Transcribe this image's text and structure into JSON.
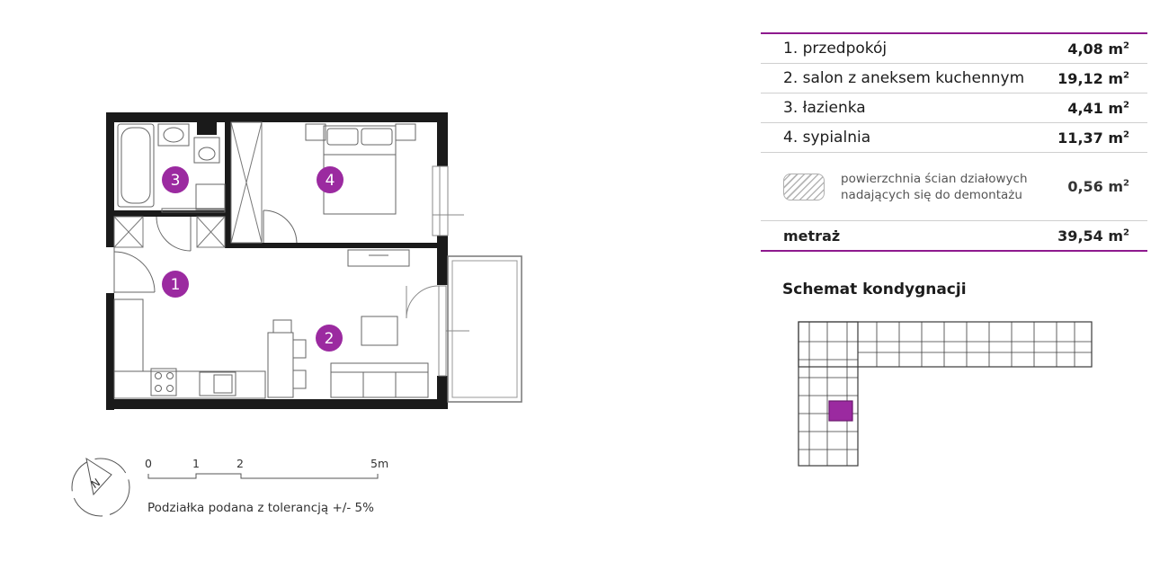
{
  "rooms": [
    {
      "label": "1. przedpokój",
      "area": "4,08 m",
      "unit_sup": "2"
    },
    {
      "label": "2. salon z aneksem kuchennym",
      "area": "19,12 m",
      "unit_sup": "2"
    },
    {
      "label": "3. łazienka",
      "area": "4,41 m",
      "unit_sup": "2"
    },
    {
      "label": "4. sypialnia",
      "area": "11,37 m",
      "unit_sup": "2"
    }
  ],
  "walls": {
    "line1": "powierzchnia ścian działowych",
    "line2": "nadających się do demontażu",
    "area": "0,56 m",
    "unit_sup": "2"
  },
  "total": {
    "label": "metraż",
    "area": "39,54 m",
    "unit_sup": "2"
  },
  "floor_schema_title": "Schemat kondygnacji",
  "room_markers": [
    "1",
    "2",
    "3",
    "4"
  ],
  "compass_label": "N",
  "scale": {
    "labels": [
      "0",
      "1",
      "2",
      "5m"
    ],
    "note": "Podziałka podana z tolerancją +/- 5%"
  },
  "colors": {
    "accent": "#8e1a8e",
    "marker": "#9b2aa0",
    "wall": "#1a1a1a",
    "highlight": "#9b2aa0"
  }
}
